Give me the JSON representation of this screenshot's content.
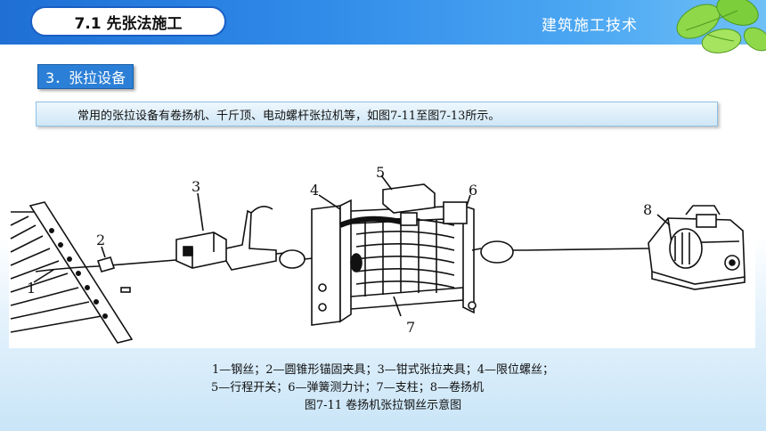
{
  "header": {
    "section_number_title": "7.1  先张法施工",
    "course_title": "建筑施工技术"
  },
  "subsection": {
    "label": "3．张拉设备"
  },
  "description": {
    "text": "常用的张拉设备有卷扬机、千斤顶、电动螺杆张拉机等，如图7-11至图7-13所示。"
  },
  "figure": {
    "callouts": [
      "1",
      "2",
      "3",
      "4",
      "5",
      "6",
      "7",
      "8"
    ],
    "legend_line1": "1—钢丝；2—圆锥形锚固夹具；3—钳式张拉夹具；4—限位螺丝；",
    "legend_line2": "5—行程开关；6—弹簧测力计；7—支柱；8—卷扬机",
    "caption": "图7-11  卷扬机张拉钢丝示意图"
  },
  "colors": {
    "header_blue": "#1f6fd4",
    "section_blue": "#2b7fd6",
    "leaf_green": "#7ccf3a"
  }
}
